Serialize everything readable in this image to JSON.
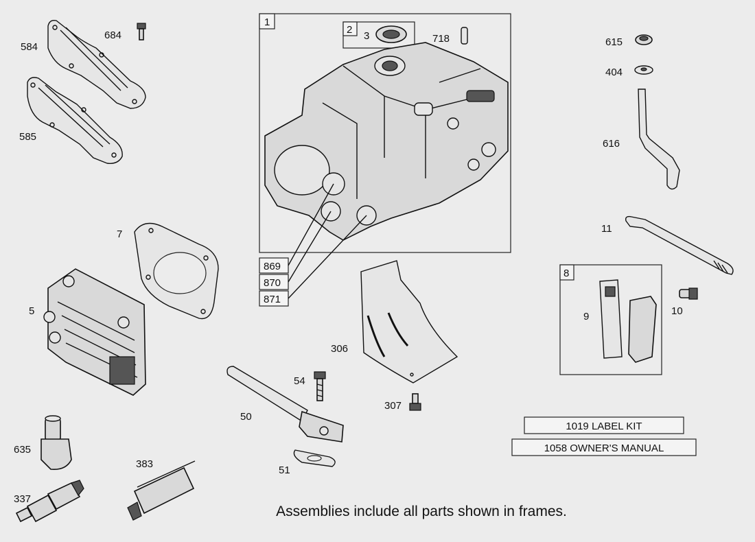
{
  "labels": {
    "p584": "584",
    "p684": "684",
    "p585": "585",
    "p7": "7",
    "p5": "5",
    "p635": "635",
    "p337": "337",
    "p383": "383",
    "p50": "50",
    "p51": "51",
    "p54": "54",
    "p306": "306",
    "p307": "307",
    "p869": "869",
    "p870": "870",
    "p871": "871",
    "p1": "1",
    "p2": "2",
    "p3": "3",
    "p718": "718",
    "p615": "615",
    "p404": "404",
    "p616": "616",
    "p11": "11",
    "p8": "8",
    "p9": "9",
    "p10": "10"
  },
  "kits": {
    "label_kit": "1019 LABEL KIT",
    "owners_manual": "1058 OWNER'S MANUAL"
  },
  "footer": {
    "note": "Assemblies include all parts shown in frames."
  }
}
